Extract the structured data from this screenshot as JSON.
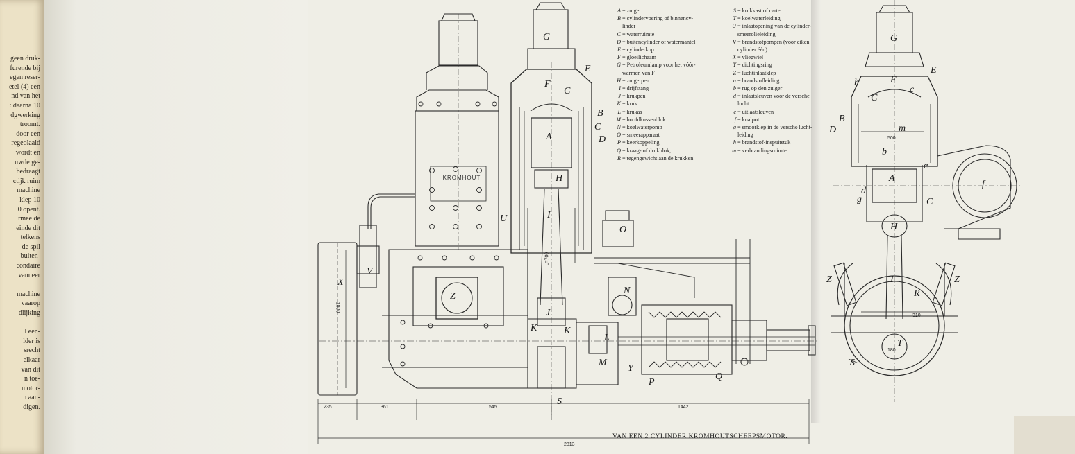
{
  "left_page_lines": [
    "geen druk-",
    "furende bij",
    "egen reser-",
    "etel (4) een",
    "nd van het",
    ": daarna 10",
    "dgwerking",
    "troomt.",
    "door een",
    "regeolaald",
    "wordt en",
    "uwde ge-",
    "bedraagt",
    "ctijk ruim",
    "machine",
    "klep 10",
    "0 opent.",
    "rmee de",
    "einde dit",
    "telkens",
    "de spil",
    "buiten-",
    "condaire",
    "vanneer",
    "",
    "machine",
    "vaarop",
    "dlijking",
    "",
    "l een-",
    "lder is",
    "srecht",
    "elkaar",
    "van dit",
    "n toe-",
    "motor-",
    "n aan-",
    "digen."
  ],
  "legend_left": [
    {
      "key": "A",
      "text": "zuiger"
    },
    {
      "key": "B",
      "text": "cylindervoering of binnency-"
    },
    {
      "key": "",
      "text": "linder"
    },
    {
      "key": "C",
      "text": "waterruimte"
    },
    {
      "key": "D",
      "text": "buitencylinder of watermantel"
    },
    {
      "key": "E",
      "text": "cylinderkop"
    },
    {
      "key": "F",
      "text": "gloeilichaam"
    },
    {
      "key": "G",
      "text": "Petroleumlamp voor het vóór-"
    },
    {
      "key": "",
      "text": "warmen van F"
    },
    {
      "key": "H",
      "text": "zuigerpen"
    },
    {
      "key": "I",
      "text": "drijfstang"
    },
    {
      "key": "J",
      "text": "krukpen"
    },
    {
      "key": "K",
      "text": "kruk"
    },
    {
      "key": "L",
      "text": "krukas"
    },
    {
      "key": "M",
      "text": "hoofdkussenblok"
    },
    {
      "key": "N",
      "text": "koelwaterpomp"
    },
    {
      "key": "O",
      "text": "smeerapparaat"
    },
    {
      "key": "P",
      "text": "keerkoppeling"
    },
    {
      "key": "Q",
      "text": "kraag- of drukblok,"
    },
    {
      "key": "R",
      "text": "tegengewicht aan de krukken"
    }
  ],
  "legend_right": [
    {
      "key": "S",
      "text": "krukkast of carter"
    },
    {
      "key": "T",
      "text": "koelwaterleiding"
    },
    {
      "key": "U",
      "text": "inlaatopening van de cylinder-"
    },
    {
      "key": "",
      "text": "smeerolieleiding"
    },
    {
      "key": "V",
      "text": "brandstofpompen (voor eiken"
    },
    {
      "key": "",
      "text": "cylinder één)"
    },
    {
      "key": "X",
      "text": "vliegwiel"
    },
    {
      "key": "Y",
      "text": "dichtingsring"
    },
    {
      "key": "Z",
      "text": "luchtinlaatklep"
    },
    {
      "key": "a",
      "text": "brandstofleiding"
    },
    {
      "key": "b",
      "text": "rug op den zuiger"
    },
    {
      "key": "d",
      "text": "inlaatsleuven voor de versche"
    },
    {
      "key": "",
      "text": "lucht"
    },
    {
      "key": "e",
      "text": "uitlaatsleuven"
    },
    {
      "key": "f",
      "text": "knalpot"
    },
    {
      "key": "g",
      "text": "smoorklep in de versche lucht-"
    },
    {
      "key": "",
      "text": "leiding"
    },
    {
      "key": "h",
      "text": "brandstof-inspuitstuk"
    },
    {
      "key": "m",
      "text": "verbrandingsruimte"
    }
  ],
  "badge_text": "KROMHOUT",
  "caption": "VAN EEN 2 CYLINDER KROMHOUTSCHEEPSMOTOR.",
  "dimensions": {
    "d235": "235",
    "d361": "361",
    "d545": "545",
    "d1442": "1442",
    "d2813": "2813",
    "d1800": "1800",
    "d500": "500",
    "d310": "310",
    "d180": "180",
    "l700": "L=700"
  },
  "part_labels": {
    "G": "G",
    "E": "E",
    "F": "F",
    "C": "C",
    "B": "B",
    "D": "D",
    "A": "A",
    "H": "H",
    "I": "I",
    "U": "U",
    "O": "O",
    "N": "N",
    "V": "V",
    "Z": "Z",
    "X": "X",
    "J": "J",
    "K": "K",
    "L": "L",
    "M": "M",
    "Y": "Y",
    "P": "P",
    "Q": "Q",
    "S": "S",
    "rG": "G",
    "rE": "E",
    "rh": "h",
    "rF": "F",
    "rC": "C",
    "rc": "c",
    "rB": "B",
    "rD": "D",
    "rm": "m",
    "rb": "b",
    "re": "e",
    "rA": "A",
    "rd": "d",
    "rg": "g",
    "rf": "f",
    "rH": "H",
    "rI": "I",
    "rR": "R",
    "rZ": "Z",
    "rZ2": "Z",
    "rT": "T",
    "rS": "S"
  },
  "colors": {
    "ink": "#2b2b2b",
    "paper": "#efeee6",
    "page": "#ece2c6"
  }
}
